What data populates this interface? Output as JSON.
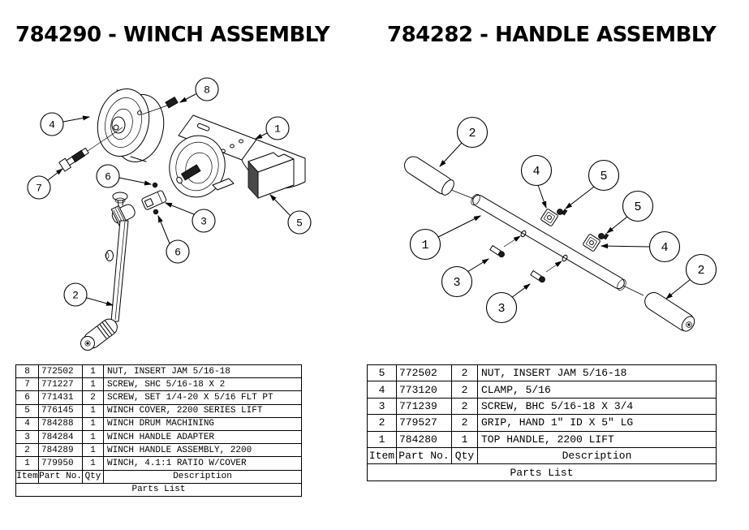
{
  "page": {
    "background": "#ffffff",
    "line_color": "#000000"
  },
  "winch": {
    "title": "784290 - WINCH ASSEMBLY",
    "balloons": [
      "8",
      "4",
      "7",
      "6",
      "1",
      "3",
      "5",
      "6",
      "2"
    ],
    "table": {
      "headers": [
        "Item",
        "Part No.",
        "Qty",
        "Description"
      ],
      "rows": [
        [
          "8",
          "772502",
          "1",
          "NUT, INSERT JAM 5/16-18"
        ],
        [
          "7",
          "771227",
          "1",
          "SCREW, SHC 5/16-18 X 2"
        ],
        [
          "6",
          "771431",
          "2",
          "SCREW, SET 1/4-20 X 5/16 FLT PT"
        ],
        [
          "5",
          "776145",
          "1",
          "WINCH COVER, 2200 SERIES LIFT"
        ],
        [
          "4",
          "784288",
          "1",
          "WINCH DRUM MACHINING"
        ],
        [
          "3",
          "784284",
          "1",
          "WINCH HANDLE ADAPTER"
        ],
        [
          "2",
          "784289",
          "1",
          "WINCH HANDLE ASSEMBLY, 2200"
        ],
        [
          "1",
          "779950",
          "1",
          "WINCH, 4.1:1 RATIO W/COVER"
        ]
      ],
      "footer": "Parts List"
    }
  },
  "handle": {
    "title": "784282 - HANDLE ASSEMBLY",
    "balloons": [
      "2",
      "4",
      "5",
      "5",
      "1",
      "4",
      "3",
      "3",
      "2"
    ],
    "table": {
      "headers": [
        "Item",
        "Part No.",
        "Qty",
        "Description"
      ],
      "rows": [
        [
          "5",
          "772502",
          "2",
          "NUT, INSERT JAM 5/16-18"
        ],
        [
          "4",
          "773120",
          "2",
          "CLAMP, 5/16"
        ],
        [
          "3",
          "771239",
          "2",
          "SCREW, BHC 5/16-18 X 3/4"
        ],
        [
          "2",
          "779527",
          "2",
          "GRIP, HAND 1\" ID X 5\" LG"
        ],
        [
          "1",
          "784280",
          "1",
          "TOP HANDLE, 2200 LIFT"
        ]
      ],
      "footer": "Parts List"
    }
  }
}
